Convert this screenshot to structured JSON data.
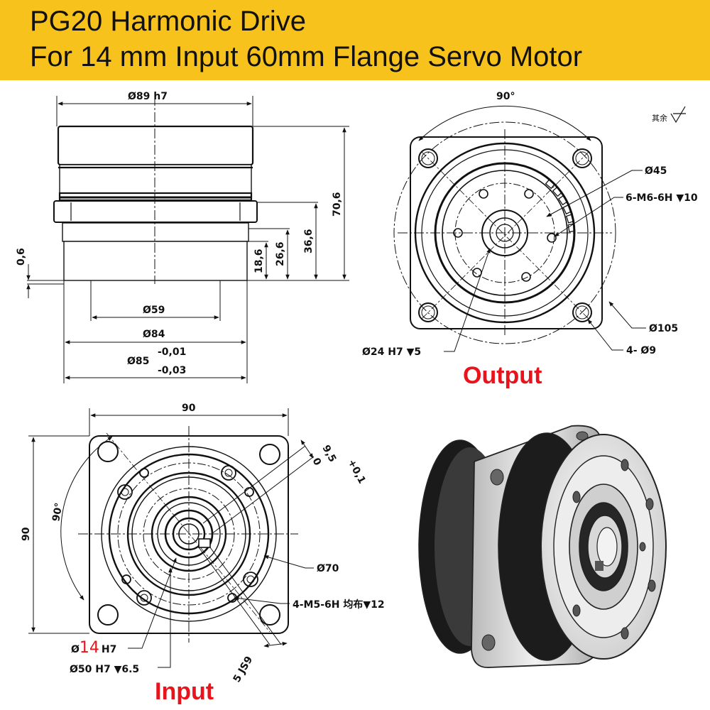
{
  "header": {
    "title": "PG20 Harmonic Drive",
    "subtitle": "For 14 mm Input  60mm Flange Servo Motor",
    "background": "#f7c21c"
  },
  "side_view": {
    "d89": "Ø89  h7",
    "h706": "70,6",
    "h366": "36,6",
    "h266": "26,6",
    "h186": "18,6",
    "h06": "0,6",
    "d59": "Ø59",
    "d84": "Ø84",
    "d85": "Ø85",
    "tol_upper": "-0,01",
    "tol_lower": "-0,03"
  },
  "output_view": {
    "angle": "90°",
    "roughness": "其余",
    "d45": "Ø45",
    "thread": "6-M6-6H ▼10",
    "d105": "Ø105",
    "holes": "4-  Ø9",
    "d24": "Ø24  H7  ▼5",
    "label": "Output",
    "label_color": "#e8141c"
  },
  "input_view": {
    "width": "90",
    "height": "90",
    "angle": "90°",
    "key_depth": "9,5",
    "key_tol_upper": "+0,1",
    "key_tol_lower": "0",
    "d70": "Ø70",
    "thread": "4-M5-6H 均布▼12",
    "bore_prefix": "Ø",
    "bore_value": "14",
    "bore_fit": "H7",
    "bore_value_color": "#e8141c",
    "d50": "Ø50   H7   ▼6.5",
    "key_width": "5  JS9",
    "label": "Input",
    "label_color": "#e8141c"
  }
}
